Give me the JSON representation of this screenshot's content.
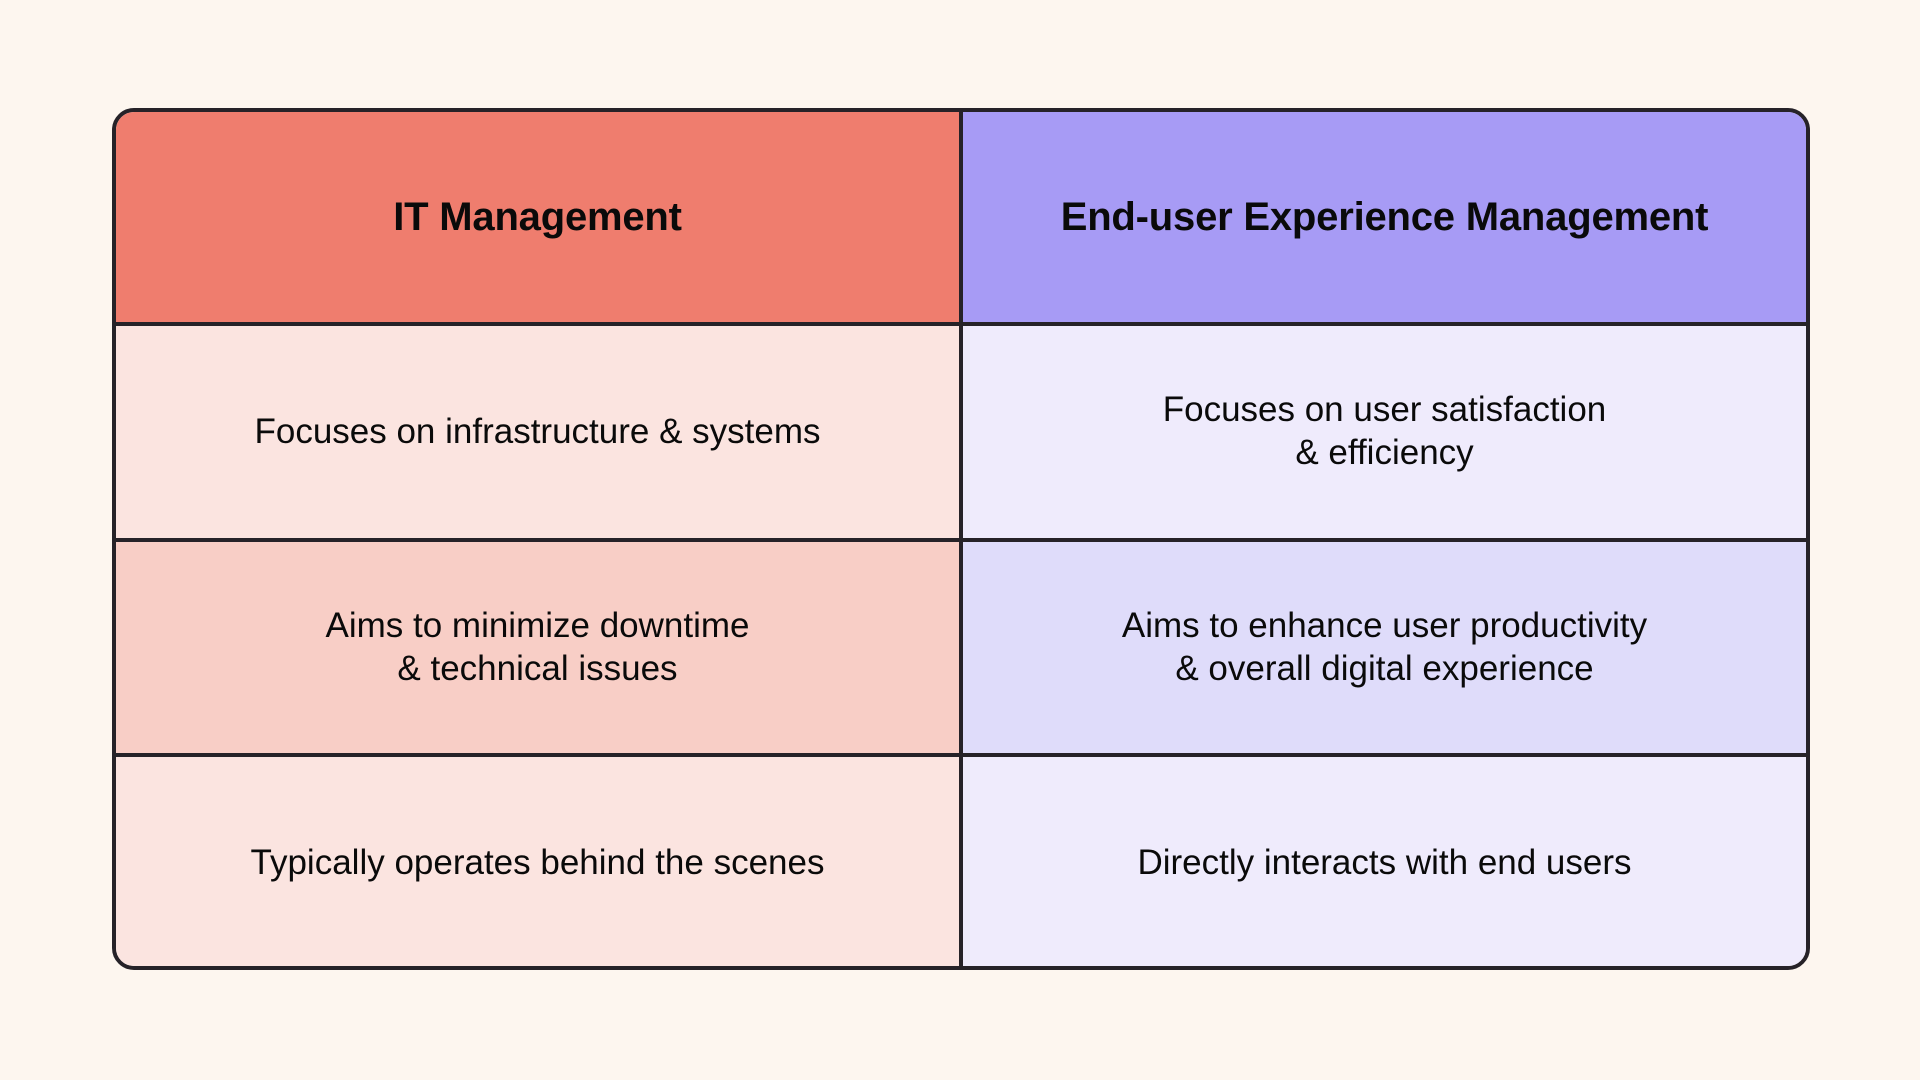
{
  "page": {
    "background_color": "#fdf6ef",
    "border_color": "#262228",
    "text_color": "#0a0a0a"
  },
  "table": {
    "columns": [
      {
        "key": "it_management",
        "header": "IT Management",
        "header_bg": "#ef7d6e",
        "body_bg_light": "#fbe4e0",
        "body_bg_dark": "#f8cec6"
      },
      {
        "key": "end_user_experience_management",
        "header": "End-user Experience Management",
        "header_bg": "#a79bf5",
        "body_bg_light": "#efebfc",
        "body_bg_dark": "#dfdcfa"
      }
    ],
    "rows": [
      {
        "left": "Focuses on infrastructure & systems",
        "right": "Focuses on user satisfaction\n& efficiency"
      },
      {
        "left": "Aims to minimize downtime\n& technical issues",
        "right": "Aims to enhance user productivity\n& overall digital experience"
      },
      {
        "left": "Typically operates behind the scenes",
        "right": "Directly interacts with end users"
      }
    ]
  }
}
